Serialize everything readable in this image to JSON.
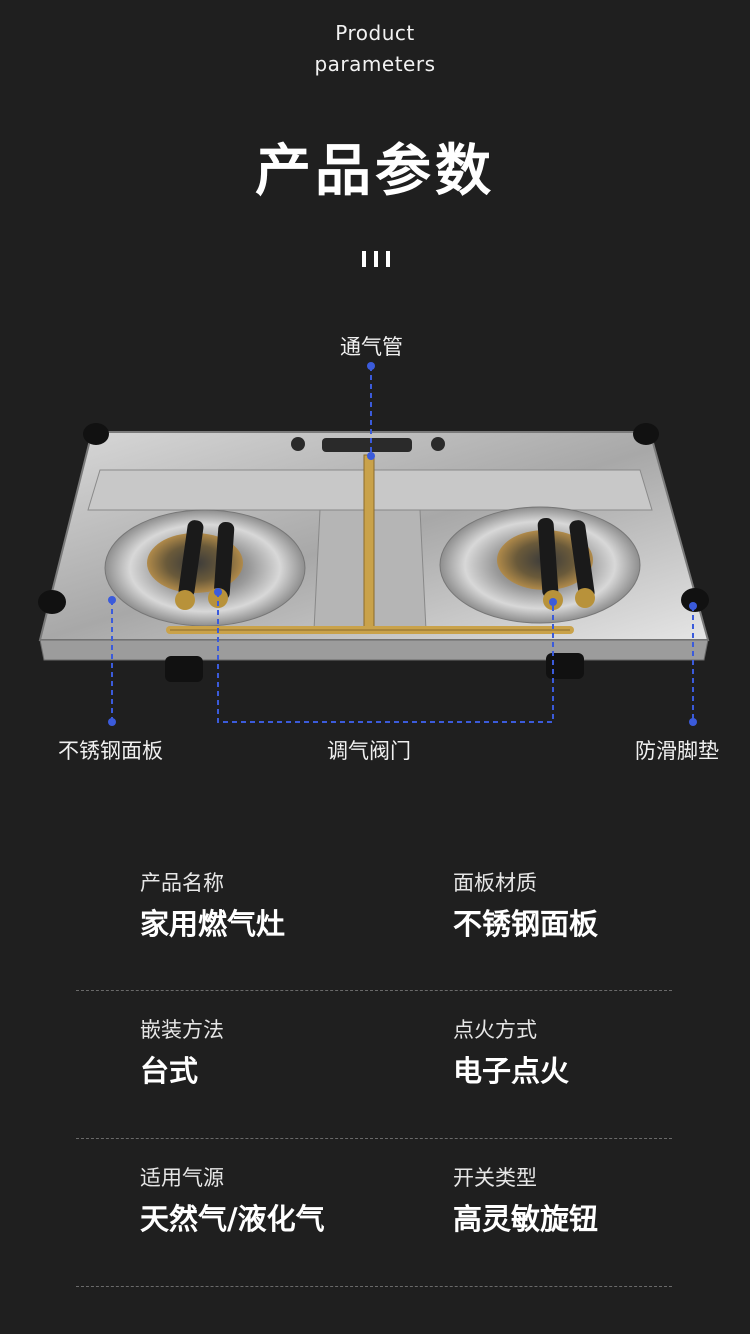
{
  "header": {
    "en_line1": "Product",
    "en_line2": "parameters",
    "title": "产品参数"
  },
  "callouts": {
    "vent_pipe": "通气管",
    "stainless_panel": "不锈钢面板",
    "valve": "调气阀门",
    "anti_slip_feet": "防滑脚垫"
  },
  "specs": [
    {
      "left_label": "产品名称",
      "left_value": "家用燃气灶",
      "right_label": "面板材质",
      "right_value": "不锈钢面板"
    },
    {
      "left_label": "嵌装方法",
      "left_value": "台式",
      "right_label": "点火方式",
      "right_value": "电子点火"
    },
    {
      "left_label": "适用气源",
      "left_value": "天然气/液化气",
      "right_label": "开关类型",
      "right_value": "高灵敏旋钮"
    }
  ],
  "colors": {
    "background": "#1f1f1f",
    "callout_line": "#3b5bdb",
    "divider": "#6a6a6a"
  }
}
